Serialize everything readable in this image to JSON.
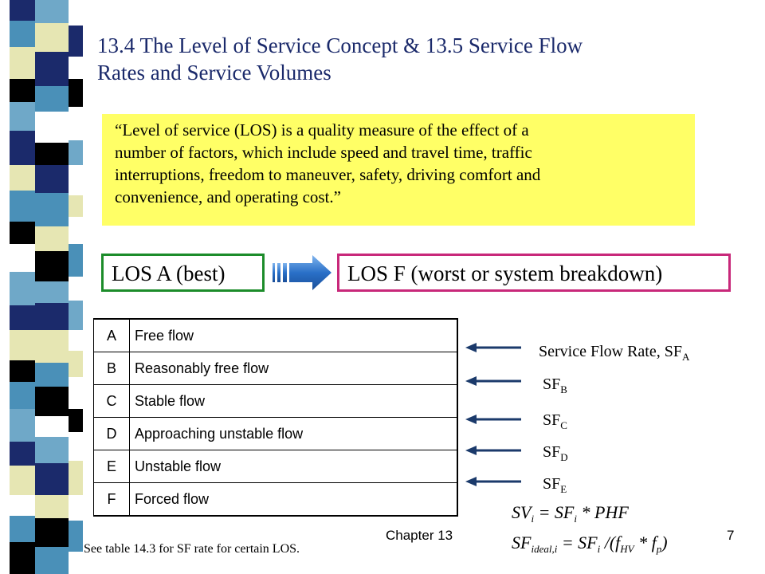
{
  "slide": {
    "title_line1": "13.4 The Level of Service Concept & 13.5 Service Flow",
    "title_line2": "Rates and Service Volumes",
    "quote_lines": [
      "“Level of service (LOS) is a quality measure of the effect of a",
      "number of factors, which include speed and travel time, traffic",
      "interruptions, freedom to maneuver, safety, driving comfort and",
      "convenience, and operating cost.”"
    ],
    "los_best": "LOS A (best)",
    "los_worst": "LOS F (worst or system breakdown)",
    "los_table": [
      {
        "level": "A",
        "description": "Free flow"
      },
      {
        "level": "B",
        "description": "Reasonably free flow"
      },
      {
        "level": "C",
        "description": "Stable flow"
      },
      {
        "level": "D",
        "description": "Approaching unstable flow"
      },
      {
        "level": "E",
        "description": "Unstable flow"
      },
      {
        "level": "F",
        "description": "Forced flow"
      }
    ],
    "service_flow_label": "Service Flow Rate, SF",
    "sf_letters": [
      "A",
      "B",
      "C",
      "D",
      "E"
    ],
    "sf_prefix": "SF",
    "formula1": {
      "sv": "SV",
      "i": "i",
      "eq": " = SF",
      "rest": " * PHF"
    },
    "formula2": {
      "sf": "SF",
      "ideal": "ideal,i",
      "eq": " = SF",
      "i": "i",
      "div": " /(f",
      "hv": "HV",
      "mul": " * f",
      "p": "p",
      "close": ")"
    },
    "footer_note": "See table 14.3 for SF rate for certain LOS.",
    "chapter": "Chapter 13",
    "page_number": "7"
  },
  "colors": {
    "title": "#1b2a6b",
    "quote_bg": "#ffff66",
    "los_a_border": "#1c8c2a",
    "los_f_border": "#c8287a",
    "arrow": "#1b3a6b",
    "big_arrow": "#2a70c8"
  }
}
